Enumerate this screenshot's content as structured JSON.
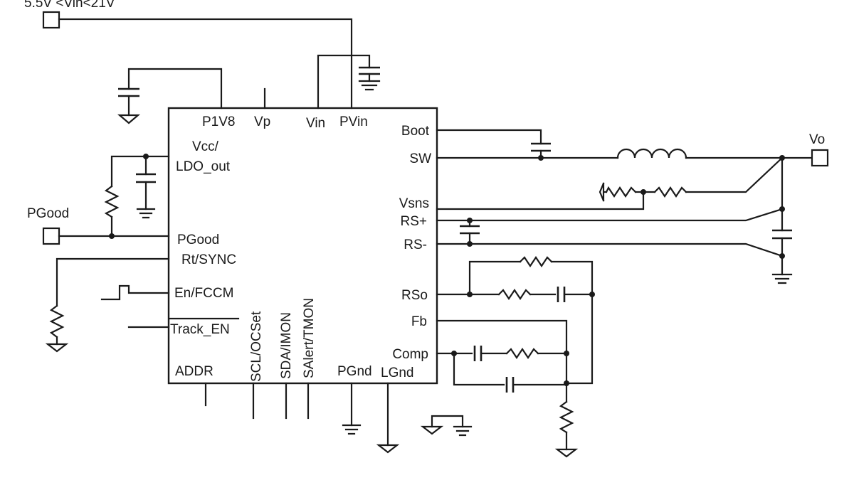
{
  "diagram": {
    "input_range": "5.5V <Vin<21V",
    "external_labels": {
      "pgood_port": "PGood",
      "vo_port": "Vo"
    },
    "chip_pins": {
      "p1v8": "P1V8",
      "vp": "Vp",
      "vin": "Vin",
      "pvin": "PVin",
      "vcc": "Vcc/",
      "ldo_out": "LDO_out",
      "pgood": "PGood",
      "rt_sync": "Rt/SYNC",
      "en_fccm": "En/FCCM",
      "track_en": "Track_EN",
      "addr": "ADDR",
      "scl_ocset": "SCL/OCSet",
      "sda_imon": "SDA/IMON",
      "salert_tmon": "SAlert/TMON",
      "pgnd": "PGnd",
      "lgnd": "LGnd",
      "boot": "Boot",
      "sw": "SW",
      "vsns": "Vsns",
      "rs_plus": "RS+",
      "rs_minus": "RS-",
      "rso": "RSo",
      "fb": "Fb",
      "comp": "Comp"
    }
  }
}
